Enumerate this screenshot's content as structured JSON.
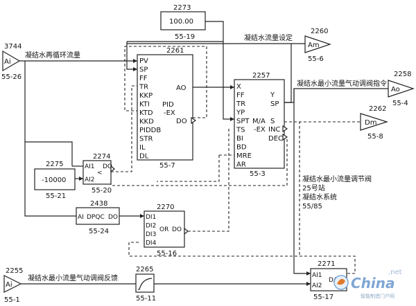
{
  "blocks": {
    "b2273": {
      "number": "2273",
      "value": "100.00",
      "tag": "55-19"
    },
    "b2261": {
      "number": "2261",
      "tag": "55-7",
      "inputs": [
        "PV",
        "SP",
        "FF",
        "TR",
        "KKP",
        "KTI",
        "KTD",
        "KKD",
        "PIDDB",
        "STR",
        "IL",
        "DL"
      ],
      "center1": "PID",
      "center2": "-EX",
      "out1": "AO",
      "out2": "DO"
    },
    "b2257": {
      "number": "2257",
      "tag": "55-3",
      "inputs": [
        "X",
        "FF",
        "TR",
        "YP",
        "SPT",
        "TS",
        "BI",
        "BD",
        "MRE",
        "AR"
      ],
      "center1": "M/A",
      "center2": "-EX",
      "outputs": [
        "Y",
        "SP",
        "S",
        "INC",
        "DEC"
      ]
    },
    "b2275": {
      "number": "2275",
      "value": "-10000",
      "tag": "55-21"
    },
    "b2274": {
      "number": "2274",
      "in1": "AI1",
      "in2": "AI2",
      "center": "<",
      "out": "DO",
      "tag": "55-20"
    },
    "b2438": {
      "number": "2438",
      "left": "AI",
      "center": "DPQC",
      "right": "DO",
      "tag": "55-24"
    },
    "b2270": {
      "number": "2270",
      "inputs": [
        "DI1",
        "DI2",
        "DI3",
        "DI4"
      ],
      "center": "OR",
      "out": "DO",
      "tag": "55-16"
    },
    "b2265": {
      "number": "2265",
      "tag": "55-11"
    },
    "b2271": {
      "number": "2271",
      "in1": "AI1",
      "in2": "AI2",
      "out": "DA",
      "tag": "55-17"
    }
  },
  "terminals": {
    "t3744": {
      "number": "3744",
      "type": "Ai",
      "tag": "55-26"
    },
    "t2260": {
      "number": "2260",
      "type": "Am",
      "tag": "55-6"
    },
    "t2258": {
      "number": "2258",
      "type": "Ao",
      "tag": "55-4"
    },
    "t2262": {
      "number": "2262",
      "type": "Dm",
      "tag": "55-8"
    },
    "t2255": {
      "number": "2255",
      "type": "Ai",
      "tag": "55-1"
    }
  },
  "labels": {
    "recirc_flow": "凝结水再循环流量",
    "setpoint": "凝结水流量设定",
    "min_flow_cmd": "凝结水最小流量气动调阀指令",
    "valve_note_1": "凝结水最小流量调节阀",
    "valve_note_2": "25号站",
    "valve_note_3": "凝结水系统",
    "valve_note_4": "55/85",
    "feedback": "凝结水最小流量气动调阀反馈"
  },
  "watermark": {
    "net": ".net",
    "brand": "China",
    "subtitle": "智能制造门户网"
  }
}
